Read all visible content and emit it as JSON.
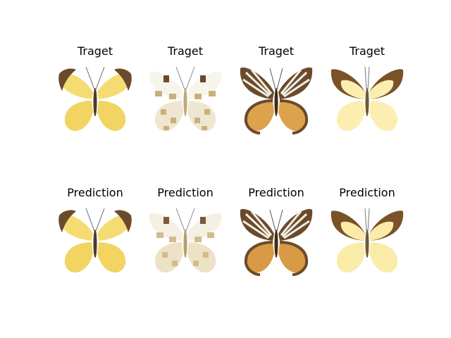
{
  "figure": {
    "rows": [
      {
        "title": "Traget",
        "panels": [
          {
            "title": "Traget",
            "image": "yellow butterfly with dark brown wing tips"
          },
          {
            "title": "Traget",
            "image": "white butterfly with tan checkered markings"
          },
          {
            "title": "Traget",
            "image": "brown and orange butterfly with white veins"
          },
          {
            "title": "Traget",
            "image": "pale yellow butterfly with brown wing margins"
          }
        ]
      },
      {
        "title": "Prediction",
        "panels": [
          {
            "title": "Prediction",
            "image": "yellow butterfly with dark brown wing tips"
          },
          {
            "title": "Prediction",
            "image": "white butterfly with tan checkered markings"
          },
          {
            "title": "Prediction",
            "image": "brown and orange butterfly with white veins"
          },
          {
            "title": "Prediction",
            "image": "pale yellow butterfly with brown wing margins"
          }
        ]
      }
    ],
    "colors": {
      "yellow": "#f5dc72",
      "yellow_dark": "#e8c84a",
      "brown": "#6b4a2b",
      "tan": "#c9b07a",
      "white": "#f7f4ec",
      "orange": "#dca24c",
      "pale_yellow": "#fbeeb0"
    }
  }
}
